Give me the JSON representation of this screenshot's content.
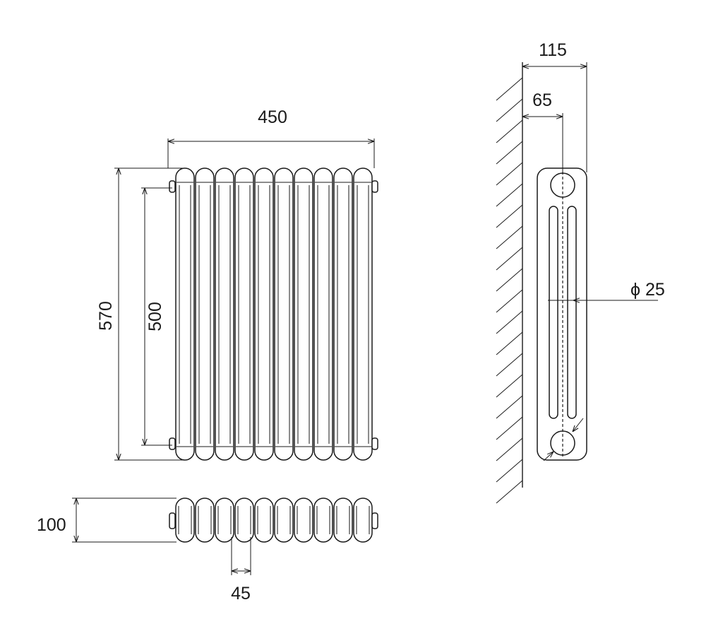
{
  "dimensions": {
    "total_width": "450",
    "total_height": "570",
    "pipe_centres": "500",
    "column_depth": "100",
    "section_pitch": "45",
    "overall_depth": "115",
    "wall_to_pipe_centre": "65",
    "pipe_diameter": "ϕ 25"
  },
  "radiator": {
    "section_count": 10
  },
  "colors": {
    "line": "#1a1a1a",
    "background": "#ffffff"
  }
}
